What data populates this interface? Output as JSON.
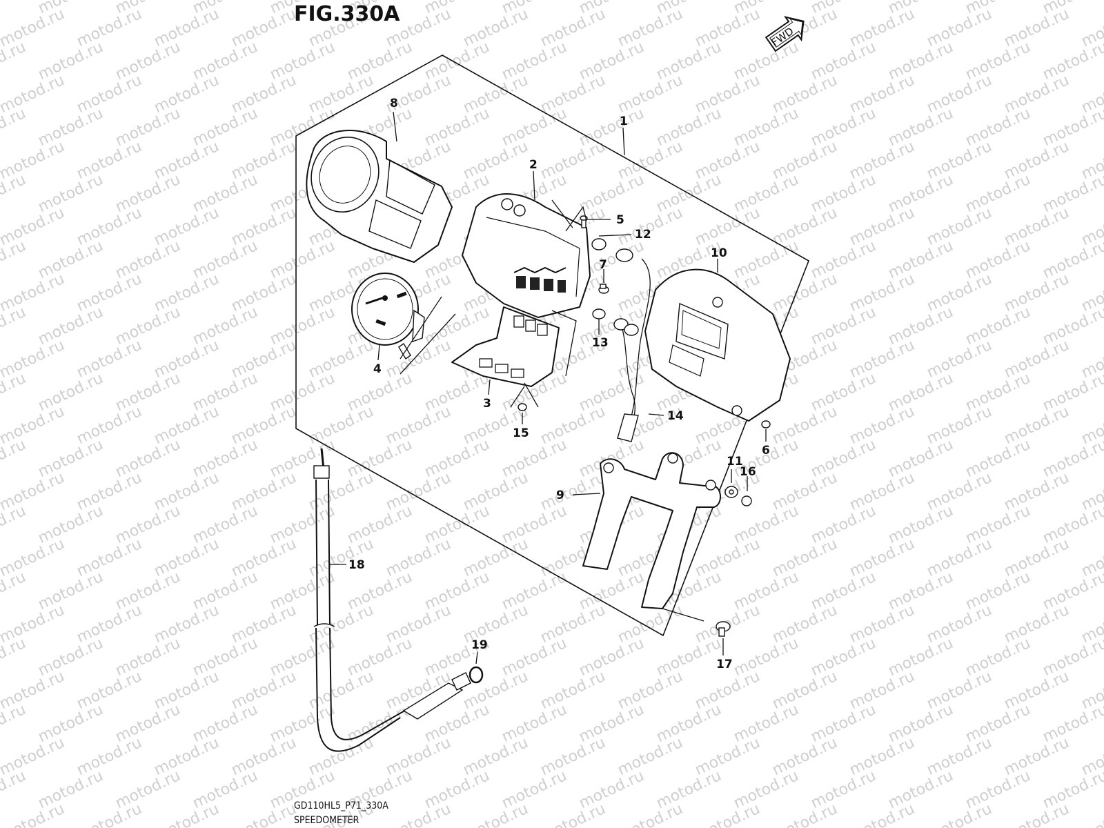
{
  "figure": {
    "title": "FIG.330A",
    "code": "GD110HL5_P71_330A",
    "caption": "SPEEDOMETER",
    "fwd_label": "FWD",
    "watermark": "motod.ru"
  },
  "callouts": [
    "1",
    "2",
    "3",
    "4",
    "5",
    "6",
    "7",
    "8",
    "9",
    "10",
    "11",
    "12",
    "13",
    "14",
    "15",
    "16",
    "17",
    "18",
    "19"
  ],
  "colors": {
    "ink": "#111111",
    "watermark": "#cfcfcf",
    "background": "#ffffff"
  }
}
